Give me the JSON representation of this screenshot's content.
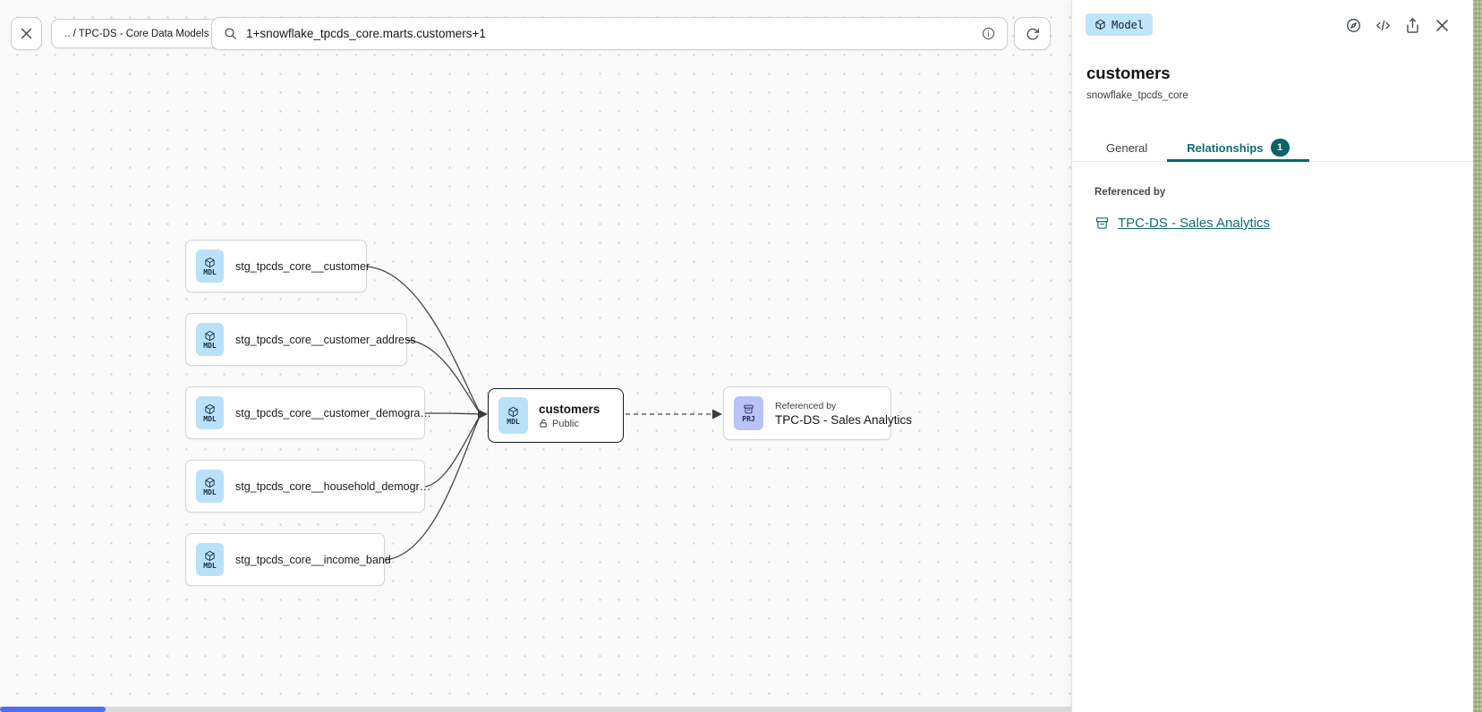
{
  "topbar": {
    "breadcrumb": ".. / TPC-DS - Core Data Models",
    "search": {
      "value": "1+snowflake_tpcds_core.marts.customers+1"
    }
  },
  "graph": {
    "nodes": [
      {
        "badge": "MDL",
        "label": "stg_tpcds_core__customer"
      },
      {
        "badge": "MDL",
        "label": "stg_tpcds_core__customer_address"
      },
      {
        "badge": "MDL",
        "label": "stg_tpcds_core__customer_demogra…"
      },
      {
        "badge": "MDL",
        "label": "stg_tpcds_core__household_demogr…"
      },
      {
        "badge": "MDL",
        "label": "stg_tpcds_core__income_band"
      }
    ],
    "focus": {
      "badge": "MDL",
      "title": "customers",
      "visibility": "Public"
    },
    "downstream": {
      "badge": "PRJ",
      "kicker": "Referenced by",
      "title": "TPC-DS - Sales Analytics"
    },
    "edges": [
      {
        "from": "stg_tpcds_core__customer",
        "to": "customers",
        "style": "solid"
      },
      {
        "from": "stg_tpcds_core__customer_address",
        "to": "customers",
        "style": "solid"
      },
      {
        "from": "stg_tpcds_core__customer_demogra…",
        "to": "customers",
        "style": "solid"
      },
      {
        "from": "stg_tpcds_core__household_demogr…",
        "to": "customers",
        "style": "solid"
      },
      {
        "from": "stg_tpcds_core__income_band",
        "to": "customers",
        "style": "solid"
      },
      {
        "from": "customers",
        "to": "TPC-DS - Sales Analytics",
        "style": "dashed"
      }
    ]
  },
  "panel": {
    "type_badge": "Model",
    "title": "customers",
    "subtitle": "snowflake_tpcds_core",
    "tabs": {
      "general": "General",
      "relationships": "Relationships",
      "relationships_count": "1"
    },
    "referenced_by_label": "Referenced by",
    "referenced_by_link": "TPC-DS - Sales Analytics"
  },
  "colors": {
    "accent_teal": "#146c6e",
    "model_badge_bg": "#bfe5fb",
    "project_badge_bg": "#b9c3f7",
    "scroll_thumb_blue": "#4c6ef5",
    "focus_border": "#1b1b1b"
  }
}
